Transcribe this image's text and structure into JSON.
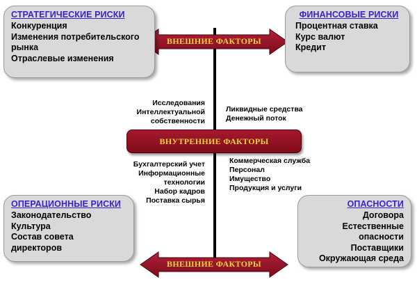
{
  "boxes": {
    "strategic": {
      "title": "СТРАТЕГИЧЕСКИЕ РИСКИ",
      "items": [
        "Конкуренция",
        "Изменения потребительского",
        "рынка",
        "Отраслевые изменения"
      ]
    },
    "financial": {
      "title": "ФИНАНСОВЫЕ РИСКИ",
      "items": [
        "Процентная ставка",
        "Курс валют",
        "Кредит"
      ]
    },
    "operational": {
      "title": "ОПЕРАЦИОННЫЕ РИСКИ",
      "items": [
        "Законодательство",
        "Культура",
        "Состав совета",
        "директоров"
      ]
    },
    "hazards": {
      "title": "ОПАСНОСТИ",
      "items": [
        "Договора",
        "Естественные",
        "опасности",
        "Поставщики",
        "Окружающая среда"
      ]
    }
  },
  "arrows": {
    "external_top": "ВНЕШНИЕ ФАКТОРЫ",
    "external_bottom": "ВНЕШНИЕ ФАКТОРЫ",
    "internal": "ВНУТРЕННИЕ ФАКТОРЫ"
  },
  "labels": {
    "upper_left": [
      "Исследования",
      "Интеллектуальной",
      "собственности"
    ],
    "upper_right": [
      "Ликвидные средства",
      "Денежный поток"
    ],
    "lower_left": [
      "Бухгалтерский учет",
      "Информационные",
      "технологии",
      "Набор кадров",
      "Поставка сырья"
    ],
    "lower_right": [
      "Коммерческая служба",
      "Персонал",
      "Имущество",
      "Продукция и услуги"
    ]
  },
  "colors": {
    "arrow_fill": "#9b1428",
    "arrow_text": "#f2d43a",
    "title_text": "#3a1fd0",
    "box_fill": "#d9d9d9"
  }
}
